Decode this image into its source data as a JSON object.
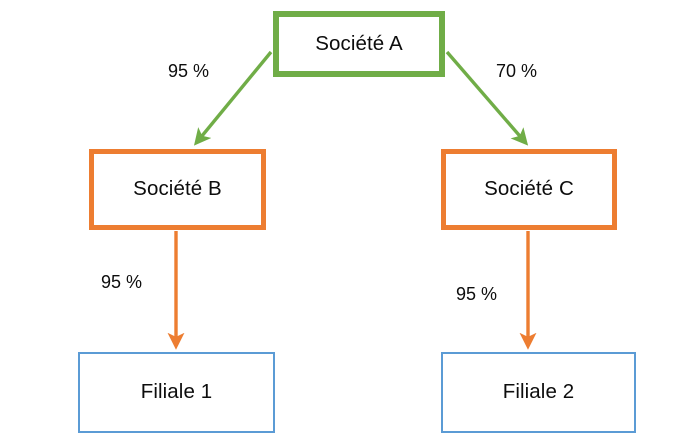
{
  "diagram": {
    "type": "ownership-hierarchy",
    "language": "fr",
    "colors": {
      "green": "#70AD47",
      "orange": "#ED7D31",
      "blue": "#5B9BD5",
      "text": "#0D0D0D",
      "background": "#FFFFFF"
    },
    "nodes": [
      {
        "id": "societe-a",
        "label": "Société A",
        "border_color": "#70AD47",
        "level": 0
      },
      {
        "id": "societe-b",
        "label": "Société B",
        "border_color": "#ED7D31",
        "level": 1
      },
      {
        "id": "societe-c",
        "label": "Société C",
        "border_color": "#ED7D31",
        "level": 1
      },
      {
        "id": "filiale-1",
        "label": "Filiale 1",
        "border_color": "#5B9BD5",
        "level": 2
      },
      {
        "id": "filiale-2",
        "label": "Filiale 2",
        "border_color": "#5B9BD5",
        "level": 2
      }
    ],
    "edges": [
      {
        "id": "a-b",
        "from": "societe-a",
        "to": "societe-b",
        "label": "95 %",
        "color": "#70AD47"
      },
      {
        "id": "a-c",
        "from": "societe-a",
        "to": "societe-c",
        "label": "70 %",
        "color": "#70AD47"
      },
      {
        "id": "b-f1",
        "from": "societe-b",
        "to": "filiale-1",
        "label": "95 %",
        "color": "#ED7D31"
      },
      {
        "id": "c-f2",
        "from": "societe-c",
        "to": "filiale-2",
        "label": "95 %",
        "color": "#ED7D31"
      }
    ]
  }
}
